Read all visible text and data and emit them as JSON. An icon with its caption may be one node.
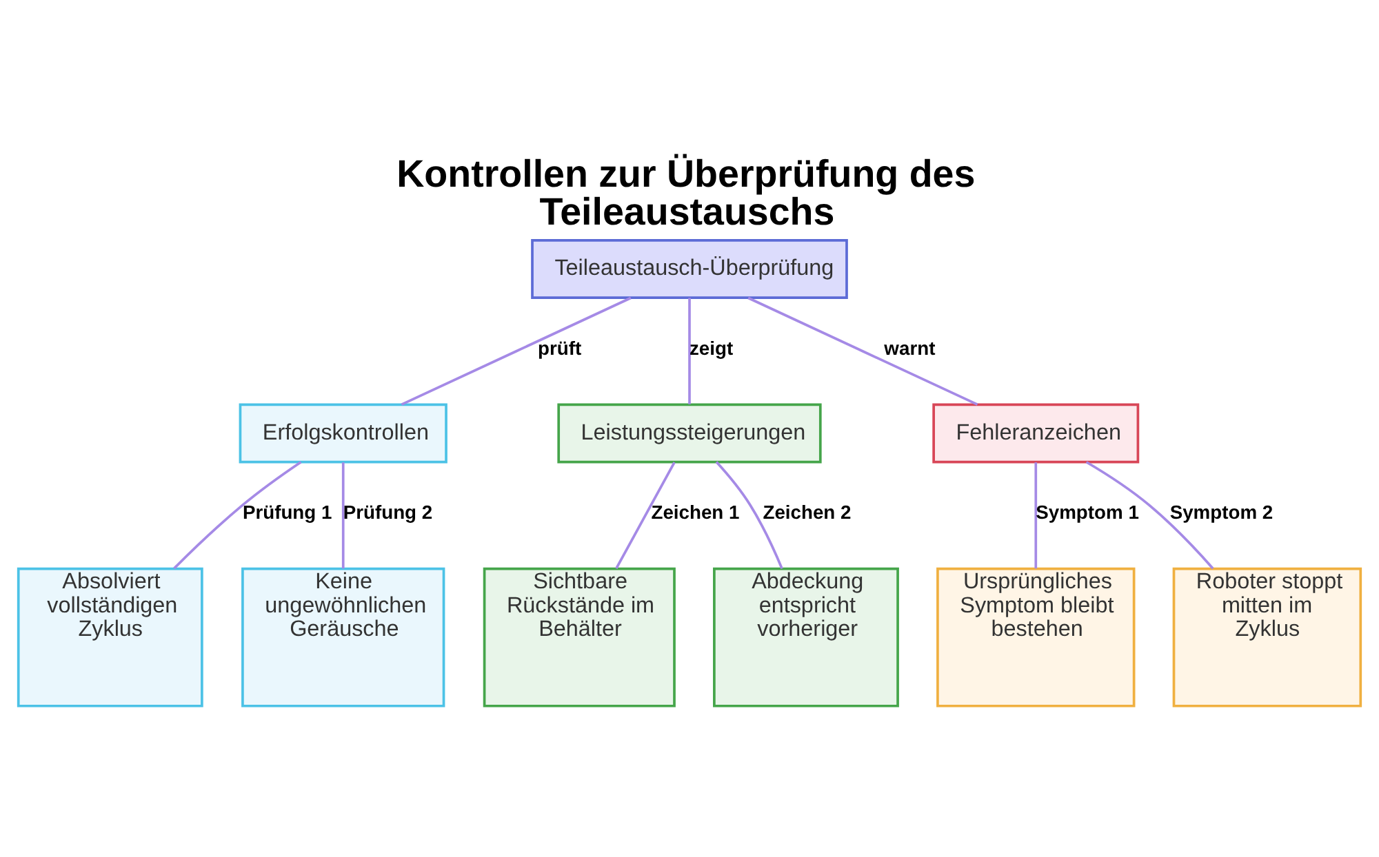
{
  "diagram": {
    "title": "Kontrollen zur Überprüfung des Teileaustauschs",
    "nodes": [
      {
        "text": [
          "Teileaustausch-Überprüfung"
        ]
      },
      {
        "text": [
          "Erfolgskontrollen"
        ]
      },
      {
        "text": [
          "Leistungssteigerungen"
        ]
      },
      {
        "text": [
          "Fehleranzeichen"
        ]
      },
      {
        "text": [
          "Absolviert vollständigen Zyklus"
        ]
      },
      {
        "text": [
          "Keine ungewöhnlichen Geräusche"
        ]
      },
      {
        "text": [
          "Sichtbare Rückstände im Behälter"
        ]
      },
      {
        "text": [
          "Abdeckung entspricht vorheriger"
        ]
      },
      {
        "text": [
          "Ursprüngliches Symptom bleibt bestehen"
        ]
      },
      {
        "text": [
          "Roboter stoppt mitten im Zyklus"
        ]
      }
    ],
    "edges": [
      {
        "from": 0,
        "to": 1,
        "arrow": "none",
        "label": "prüft"
      },
      {
        "from": 0,
        "to": 2,
        "arrow": "none",
        "label": "zeigt"
      },
      {
        "from": 0,
        "to": 3,
        "arrow": "none",
        "label": "warnt"
      },
      {
        "from": 1,
        "to": 4,
        "arrow": "none",
        "label": "Prüfung 1"
      },
      {
        "from": 1,
        "to": 5,
        "arrow": "none",
        "label": "Prüfung 2"
      },
      {
        "from": 2,
        "to": 6,
        "arrow": "none",
        "label": "Zeichen 1"
      },
      {
        "from": 2,
        "to": 7,
        "arrow": "none",
        "label": "Zeichen 2"
      },
      {
        "from": 3,
        "to": 8,
        "arrow": "none",
        "label": "Symptom 1"
      },
      {
        "from": 3,
        "to": 9,
        "arrow": "none",
        "label": "Symptom 2"
      }
    ]
  }
}
